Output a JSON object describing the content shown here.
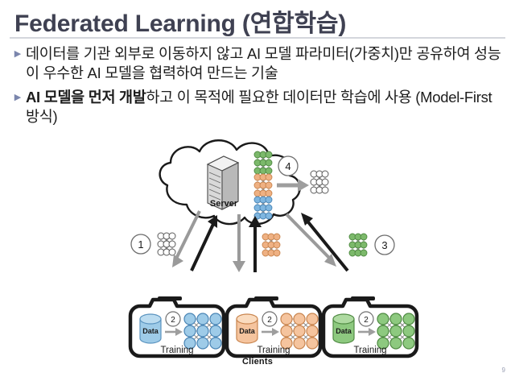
{
  "slide": {
    "title": "Federated Learning (연합학습)",
    "page_number": "9",
    "bullets": [
      {
        "marker": "▶",
        "segments": [
          {
            "text": "데이터를 기관 외부로 이동하지 않고 AI 모델 파라미터(가중치)만 공유하여 성능이 우수한 AI 모델을 협력하여 만드는 기술",
            "bold": false
          }
        ]
      },
      {
        "marker": "▶",
        "segments": [
          {
            "text": "AI 모델을 먼저 개발",
            "bold": true
          },
          {
            "text": "하고 이 목적에 필요한 데이터만 학습에 사용 (Model-First 방식)",
            "bold": false
          }
        ]
      }
    ]
  },
  "diagram": {
    "server_label": "Server",
    "clients_label": "Clients",
    "steps": {
      "upload_left": "1",
      "train": "2",
      "upload_right": "3",
      "aggregate": "4"
    },
    "clients": [
      {
        "data_label": "Data",
        "training_label": "Training",
        "step": "2",
        "color": "#7fb6e0",
        "data_color": "#9ecbe8"
      },
      {
        "data_label": "Data",
        "training_label": "Training",
        "step": "2",
        "color": "#f0b183",
        "data_color": "#f5c49e"
      },
      {
        "data_label": "Data",
        "training_label": "Training",
        "step": "2",
        "color": "#78bb6d",
        "data_color": "#8dc97f"
      }
    ],
    "networks": {
      "server_green": "#7cb96b",
      "server_orange": "#efb183",
      "server_blue": "#7fb6e0",
      "global_model": "#ffffff"
    },
    "colors": {
      "accent_title": "#3f4152",
      "bullet_marker": "#7b86ad",
      "arrow_upload": "#1a1a1a",
      "arrow_download": "#8c8c8c",
      "outline": "#1a1a1a"
    }
  }
}
